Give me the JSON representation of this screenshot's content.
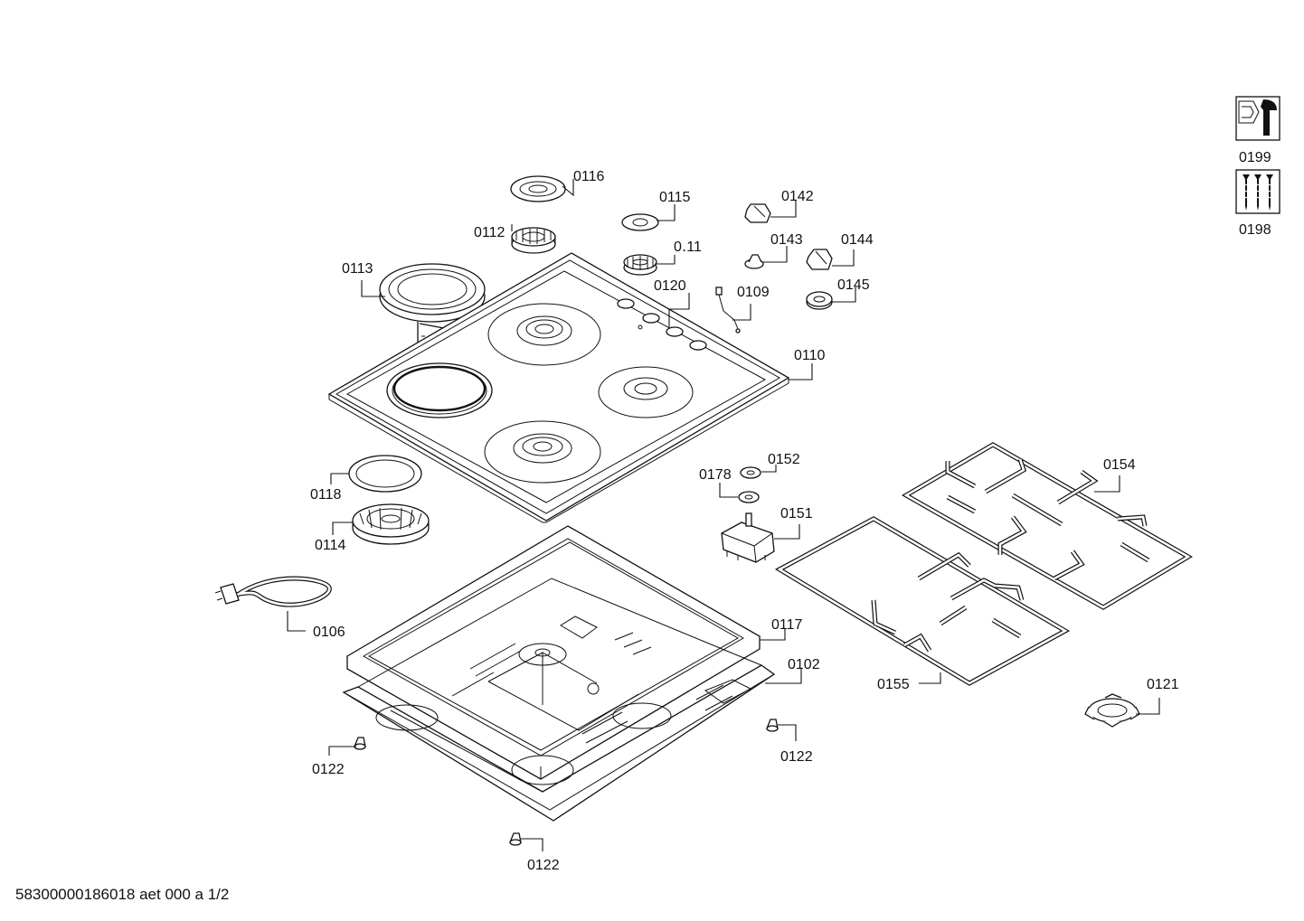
{
  "footer": "58300000186018 aet 000 a 1/2",
  "side_icons": [
    {
      "label": "0199",
      "icon": "wrench-icon"
    },
    {
      "label": "0198",
      "icon": "screws-icon"
    }
  ],
  "labels": {
    "l0116": "0116",
    "l0115": "0115",
    "l0142": "0142",
    "l0112": "0112",
    "l0111": "0․11",
    "l0143": "0143",
    "l0144": "0144",
    "l0113": "0113",
    "l0120": "0120",
    "l0109": "0109",
    "l0145": "0145",
    "l0110": "0110",
    "l0178": "0178",
    "l0152": "0152",
    "l0154": "0154",
    "l0118": "0118",
    "l0151": "0151",
    "l0114": "0114",
    "l0106": "0106",
    "l0117": "0117",
    "l0102": "0102",
    "l0155": "0155",
    "l0121": "0121",
    "l0122a": "0122",
    "l0122b": "0122",
    "l0122c": "0122"
  }
}
